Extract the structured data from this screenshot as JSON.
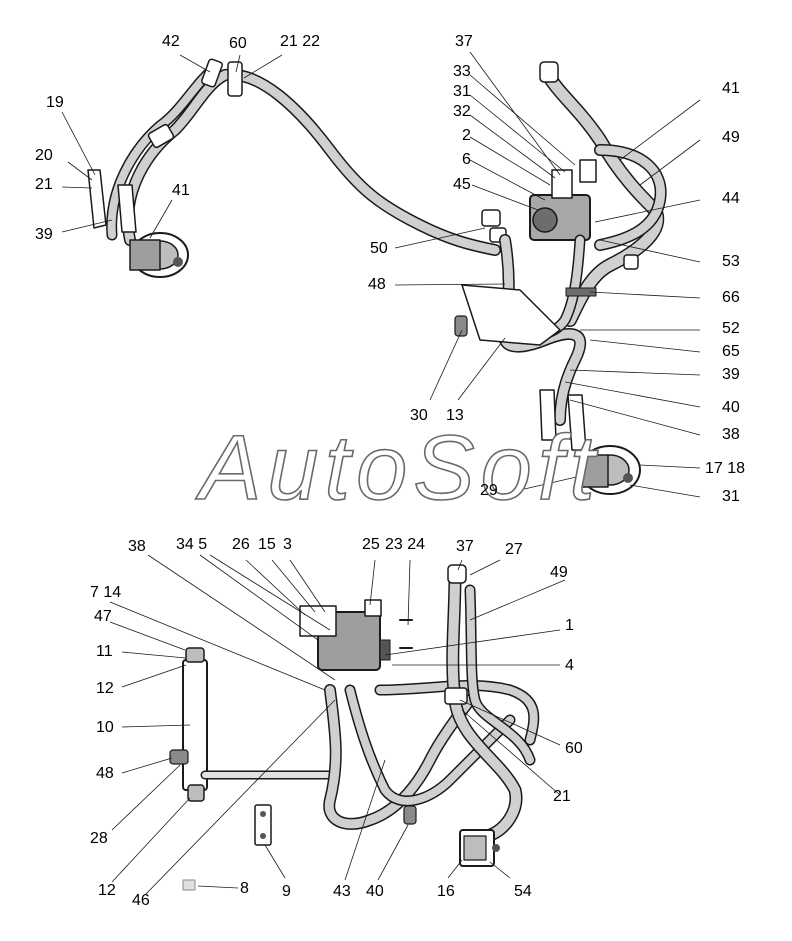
{
  "watermark": "AutoSoft",
  "colors": {
    "line": "#1a1a1a",
    "hose": "#c9c9c9",
    "metal": "#7a7a7a",
    "dark": "#333333"
  },
  "labels": {
    "top": {
      "l42": "42",
      "l60": "60",
      "l21_22": "21 22",
      "l19": "19",
      "l20": "20",
      "l21": "21",
      "l39": "39",
      "l41a": "41",
      "l37": "37",
      "l33": "33",
      "l31": "31",
      "l32": "32",
      "l2": "2",
      "l6": "6",
      "l45": "45",
      "l41b": "41",
      "l49": "49",
      "l44": "44",
      "l50": "50",
      "l53": "53",
      "l48": "48",
      "l66": "66",
      "l52": "52",
      "l65": "65",
      "l39b": "39",
      "l40": "40",
      "l38": "38",
      "l30": "30",
      "l13": "13",
      "l17_18": "17 18",
      "l29": "29",
      "l31b": "31"
    },
    "bottom": {
      "l38": "38",
      "l34_5": "34 5",
      "l26": "26",
      "l15": "15",
      "l3": "3",
      "l25": "25",
      "l23_24": "23 24",
      "l37": "37",
      "l27": "27",
      "l49": "49",
      "l7_14": "7 14",
      "l47": "47",
      "l1": "1",
      "l11": "11",
      "l12": "12",
      "l4": "4",
      "l10": "10",
      "l60": "60",
      "l48": "48",
      "l21": "21",
      "l28": "28",
      "l12b": "12",
      "l46": "46",
      "l8": "8",
      "l9": "9",
      "l43": "43",
      "l40": "40",
      "l16": "16",
      "l54": "54"
    }
  }
}
